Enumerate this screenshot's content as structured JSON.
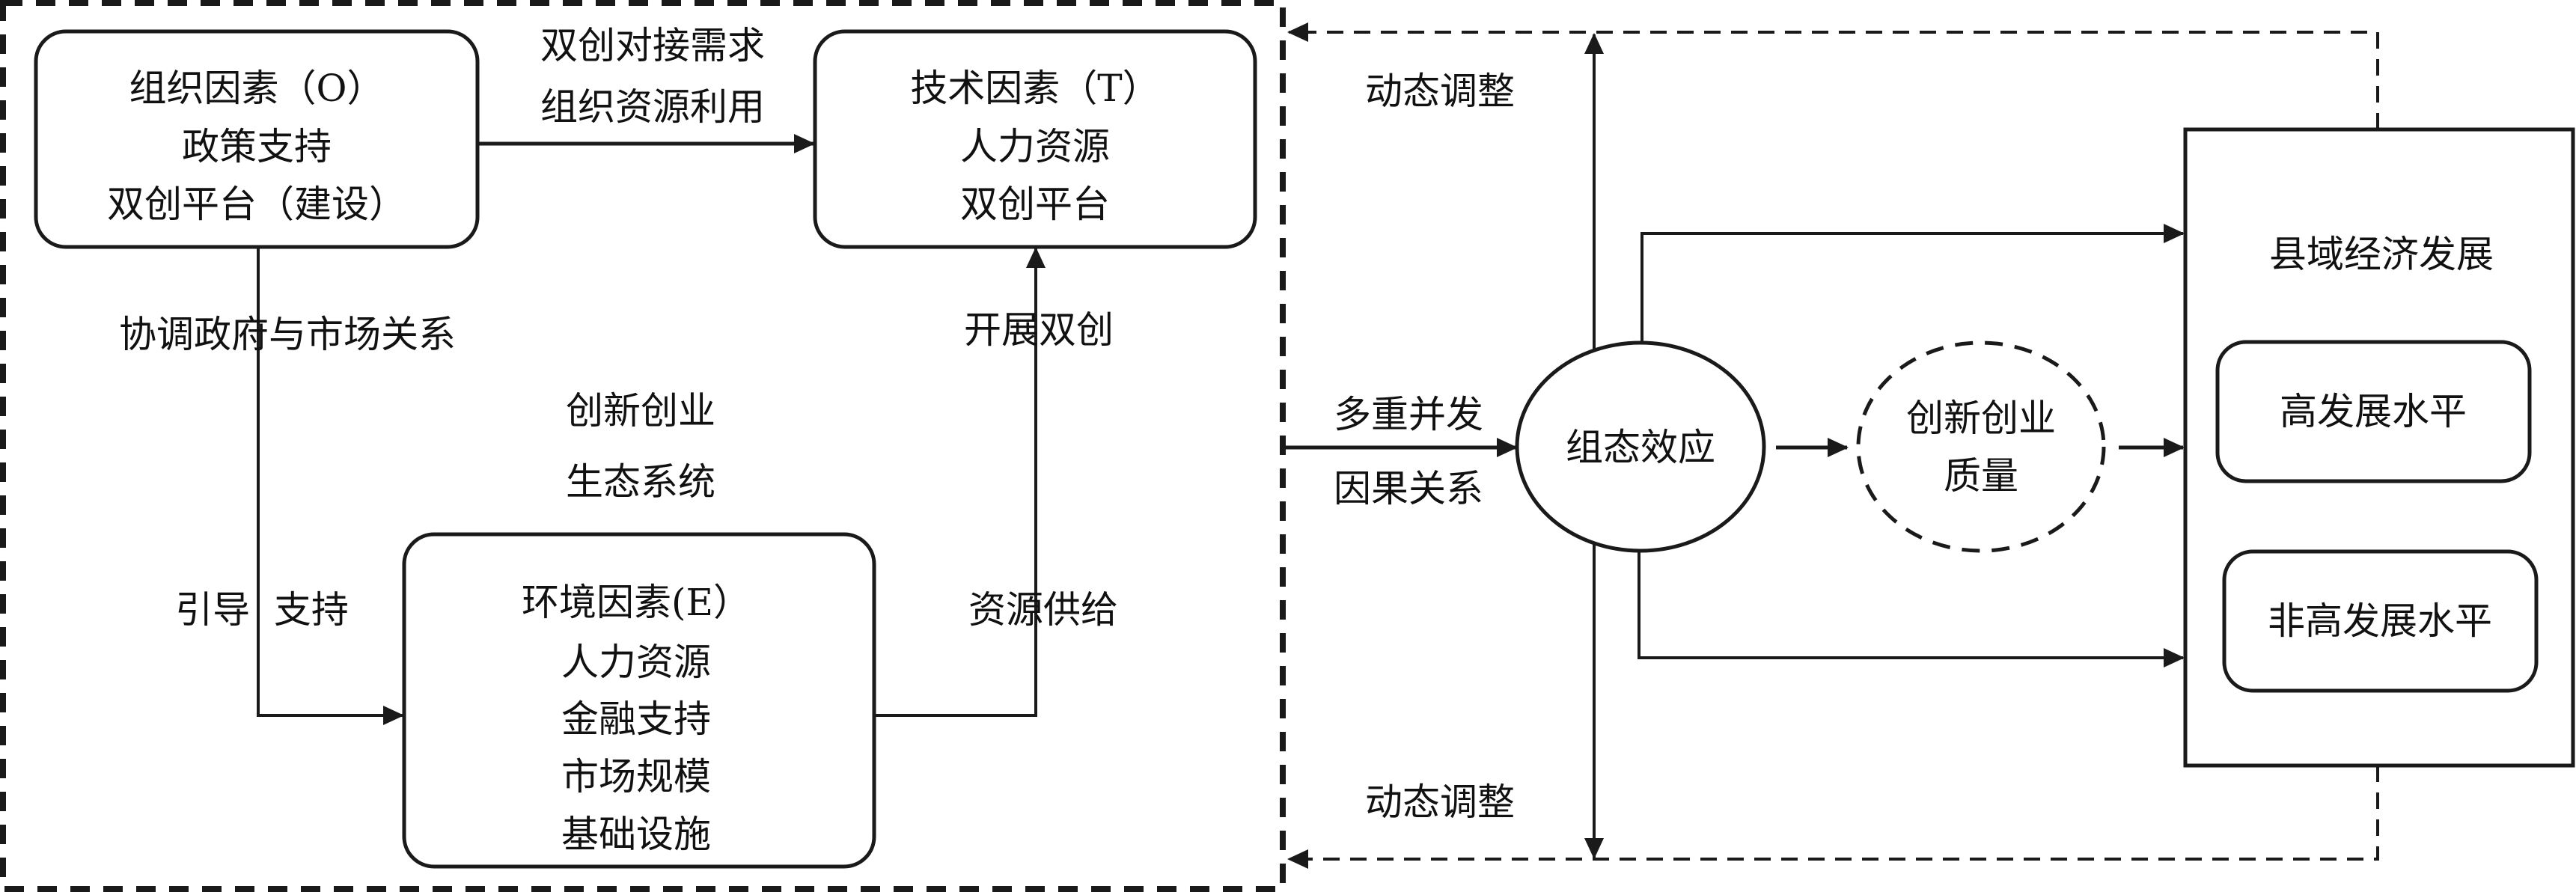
{
  "colors": {
    "stroke": "#1a1a1a",
    "background": "#ffffff",
    "text": "#111111"
  },
  "left_panel": {
    "organization_box": {
      "title": "组织因素（O）",
      "lines": [
        "政策支持",
        "双创平台（建设）"
      ]
    },
    "technology_box": {
      "title": "技术因素（T）",
      "lines": [
        "人力资源",
        "双创平台"
      ]
    },
    "environment_box": {
      "title": "环境因素(E）",
      "lines": [
        "人力资源",
        "金融支持",
        "市场规模",
        "基础设施"
      ]
    },
    "edge_labels": {
      "o_to_t_line1": "双创对接需求",
      "o_to_t_line2": "组织资源利用",
      "o_side": "协调政府与市场关系",
      "o_to_e": "引导  支持",
      "e_to_t_upper": "开展双创",
      "e_to_t_lower": "资源供给"
    },
    "center_label": [
      "创新创业",
      "生态系统"
    ]
  },
  "right_panel": {
    "input_labels": [
      "多重并发",
      "因果关系"
    ],
    "configuration_node": "组态效应",
    "quality_node": [
      "创新创业",
      "质量"
    ],
    "feedback_top": "动态调整",
    "feedback_bottom": "动态调整",
    "outcome_box": {
      "title": "县域经济发展",
      "levels": [
        "高发展水平",
        "非高发展水平"
      ]
    }
  }
}
